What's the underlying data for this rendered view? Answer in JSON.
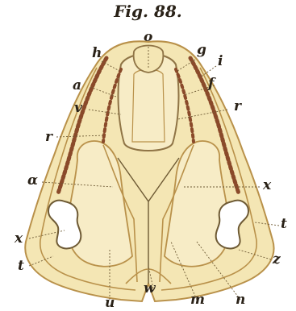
{
  "figure": {
    "title": "Fig. 88.",
    "labels": {
      "o": "o",
      "g": "g",
      "h": "h",
      "i": "i",
      "f": "f",
      "a": "a",
      "v": "v",
      "r_right": "r",
      "r_left": "r",
      "alpha": "α",
      "x_right": "x",
      "t_right": "t",
      "x_left": "x",
      "z_right": "z",
      "t_left": "t",
      "w": "w",
      "u": "u",
      "m": "m",
      "n": "n"
    }
  },
  "colors": {
    "paper": "#ffffff",
    "body_fill": "#f4e6b4",
    "inner_fill": "#f7ecc6",
    "line": "#b9914a",
    "dark_line": "#6e5a34",
    "teeth": "#8a4a2a",
    "ink": "#2a2218"
  }
}
